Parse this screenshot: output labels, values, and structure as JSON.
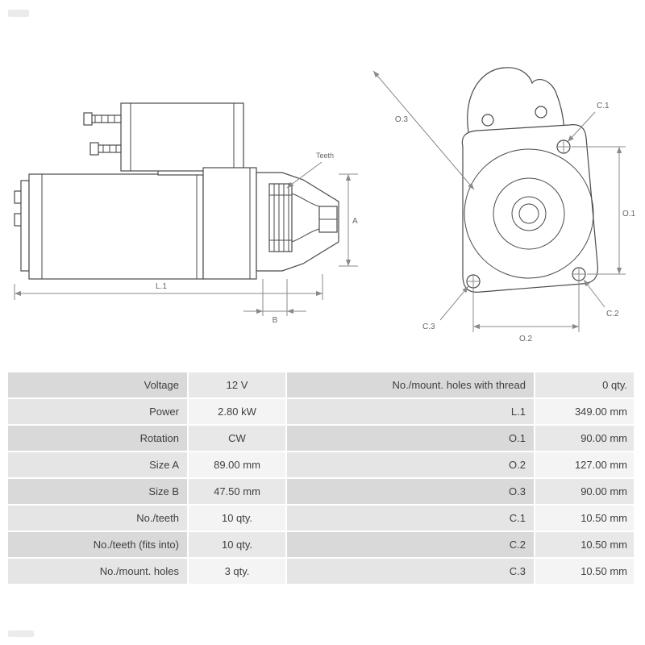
{
  "diagram": {
    "labels": {
      "teeth": "Teeth",
      "a": "A",
      "b": "B",
      "l1": "L.1",
      "o1": "O.1",
      "o2": "O.2",
      "o3": "O.3",
      "c1": "C.1",
      "c2": "C.2",
      "c3": "C.3"
    }
  },
  "colors": {
    "drawing_line": "#4a4a4a",
    "dimension_line": "#8a8a8a",
    "dimension_text": "#666666",
    "row_label_dark": "#d9d9d9",
    "row_value_dark": "#e8e8e8",
    "row_label_light": "#e5e5e5",
    "row_value_light": "#f4f4f4",
    "table_text": "#3f3f3f"
  },
  "spec_table": {
    "rows": [
      {
        "label_left": "Voltage",
        "value_left": "12 V",
        "label_right": "No./mount. holes with thread",
        "value_right": "0 qty."
      },
      {
        "label_left": "Power",
        "value_left": "2.80 kW",
        "label_right": "L.1",
        "value_right": "349.00 mm"
      },
      {
        "label_left": "Rotation",
        "value_left": "CW",
        "label_right": "O.1",
        "value_right": "90.00 mm"
      },
      {
        "label_left": "Size A",
        "value_left": "89.00 mm",
        "label_right": "O.2",
        "value_right": "127.00 mm"
      },
      {
        "label_left": "Size B",
        "value_left": "47.50 mm",
        "label_right": "O.3",
        "value_right": "90.00 mm"
      },
      {
        "label_left": "No./teeth",
        "value_left": "10 qty.",
        "label_right": "C.1",
        "value_right": "10.50 mm"
      },
      {
        "label_left": "No./teeth (fits into)",
        "value_left": "10 qty.",
        "label_right": "C.2",
        "value_right": "10.50 mm"
      },
      {
        "label_left": "No./mount. holes",
        "value_left": "3 qty.",
        "label_right": "C.3",
        "value_right": "10.50 mm"
      }
    ]
  }
}
